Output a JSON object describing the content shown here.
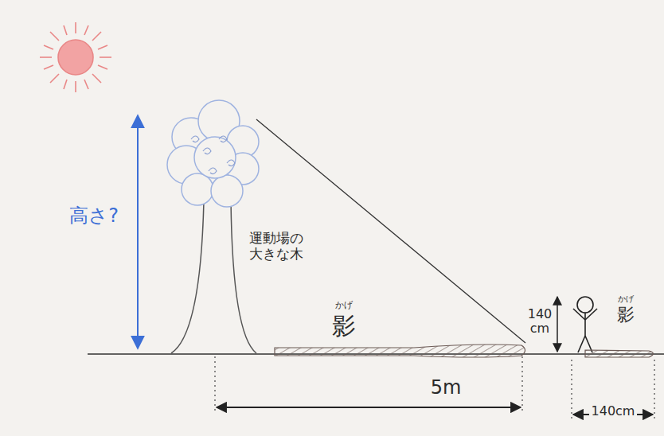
{
  "diagram": {
    "labels": [
      "高さ?",
      "運動場の 大きな木",
      "かげ",
      "影",
      "140 cm",
      "かげ",
      "影",
      "5m",
      "140cm"
    ]
  }
}
